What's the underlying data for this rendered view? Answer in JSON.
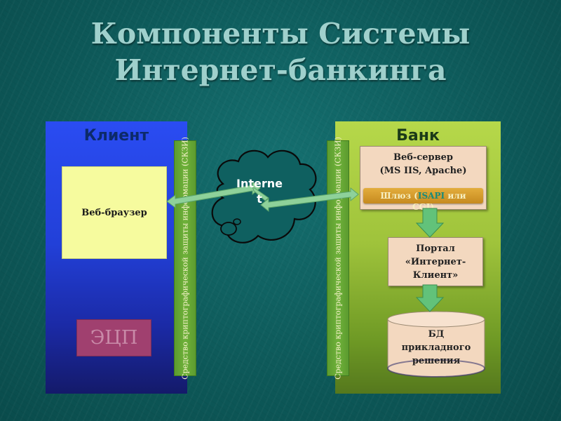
{
  "title": {
    "line1": "Компоненты Системы",
    "line2": "Интернет-банкинга"
  },
  "client": {
    "label": "Клиент",
    "browser": "Веб-браузер",
    "eds": "ЭЦП",
    "crypto": "Средство криптографической защиты информации (СКЗИ)"
  },
  "internet": {
    "line1": "Interne",
    "line2": "t"
  },
  "bank": {
    "label": "Банк",
    "crypto": "Средство криптографической защиты информации (СКЗИ)",
    "webserver": {
      "line1": "Веб-сервер",
      "line2": "(MS IIS, Apache)"
    },
    "gateway": {
      "prefix": "Шлюз (",
      "accent": "ISAPI",
      "suffix": " или",
      "line2": "CGI)"
    },
    "portal": {
      "line1": "Портал",
      "line2": "«Интернет-",
      "line3": "Клиент»"
    },
    "database": {
      "line1": "БД",
      "line2": "прикладного",
      "line3": "решения"
    }
  },
  "colors": {
    "background": "#0e5b5b",
    "title": "#9fd0cc",
    "client_panel": "#2a4cf2",
    "bank_panel": "#b6d84a",
    "browser_box": "#f6fb9e",
    "eds_box": "#a0406f",
    "crypto_strip": "#6fb23a",
    "server_box": "#f3d8bf",
    "gateway_bar": "#d89a2c",
    "link_arrow": "#8ed19a"
  }
}
